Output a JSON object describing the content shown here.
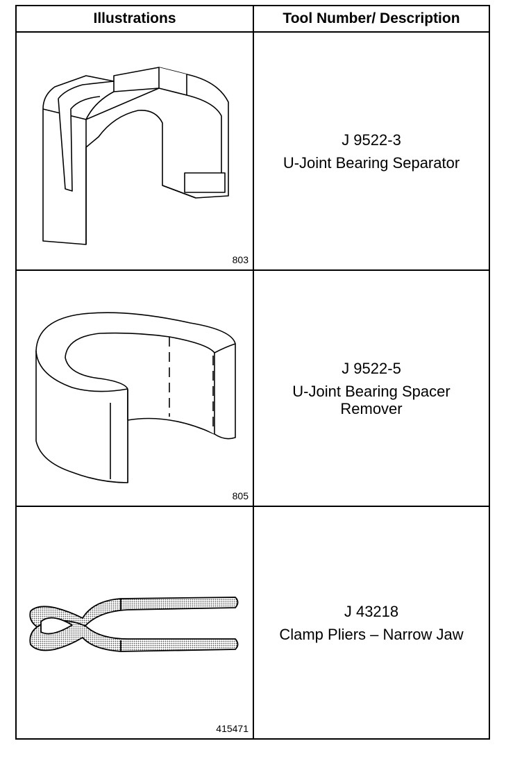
{
  "header": {
    "illustrations": "Illustrations",
    "description": "Tool Number/ Description"
  },
  "rows": [
    {
      "tool_number": "J 9522-3",
      "description": "U-Joint Bearing Separator",
      "figure": "803",
      "icon": "u-joint-bearing-separator-icon"
    },
    {
      "tool_number": "J 9522-5",
      "description": "U-Joint Bearing Spacer Remover",
      "figure": "805",
      "icon": "u-joint-bearing-spacer-remover-icon"
    },
    {
      "tool_number": "J 43218",
      "description": "Clamp Pliers – Narrow Jaw",
      "figure": "415471",
      "icon": "clamp-pliers-icon"
    }
  ]
}
